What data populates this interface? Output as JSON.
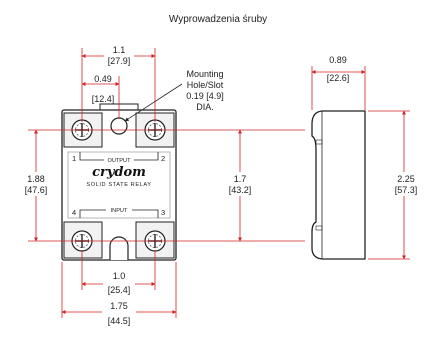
{
  "title": "Wyprowadzenia śruby",
  "relay": {
    "brand": "crydom",
    "subtitle": "SOLID STATE RELAY",
    "output_label": "OUTPUT",
    "input_label": "INPUT",
    "pins": [
      "1",
      "2",
      "3",
      "4"
    ]
  },
  "dimensions": {
    "top_width": [
      "1.1",
      "[27.9]"
    ],
    "hole_offset": [
      "0.49",
      "[12.4]"
    ],
    "mounting_hole": [
      "Mounting",
      "Hole/Slot",
      "0.19 [4.9]",
      "DIA."
    ],
    "left_height": [
      "1.88",
      "[47.6]"
    ],
    "mid_height": [
      "1.7",
      "[43.2]"
    ],
    "bottom_spacing": [
      "1.0",
      "[25.4]"
    ],
    "bottom_width": [
      "1.75",
      "[44.5]"
    ],
    "side_depth": [
      "0.89",
      "[22.6]"
    ],
    "side_height": [
      "2.25",
      "[57.3]"
    ]
  },
  "colors": {
    "dimension_line": "#d32020",
    "outline": "#222222",
    "body": "#ffffff"
  }
}
